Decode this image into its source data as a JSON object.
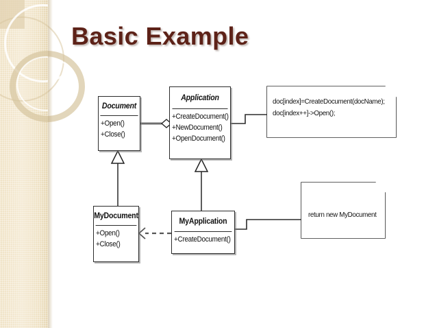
{
  "slide": {
    "title": "Basic Example",
    "title_color": "#5d2218",
    "background_color": "#ffffff",
    "band_color": "#f0e3c6"
  },
  "diagram": {
    "type": "uml-class-diagram",
    "classes": [
      {
        "id": "document",
        "name": "Document",
        "abstract": true,
        "operations": [
          "+Open()",
          "+Close()"
        ]
      },
      {
        "id": "application",
        "name": "Application",
        "abstract": true,
        "operations": [
          "+CreateDocument()",
          "+NewDocument()",
          "+OpenDocument()"
        ]
      },
      {
        "id": "mydocument",
        "name": "MyDocument",
        "abstract": false,
        "operations": [
          "+Open()",
          "+Close()"
        ]
      },
      {
        "id": "myapplication",
        "name": "MyApplication",
        "abstract": false,
        "operations": [
          "+CreateDocument()"
        ]
      }
    ],
    "notes": [
      {
        "id": "note-create-open",
        "lines": [
          "doc[index]=CreateDocument(docName);",
          "doc[index++]->Open();"
        ],
        "attached_to": "application"
      },
      {
        "id": "note-return-mydocument",
        "lines": [
          "return new MyDocument"
        ],
        "attached_to": "myapplication"
      }
    ],
    "relations": [
      {
        "id": "aggregation-application-document",
        "kind": "aggregation",
        "from": "application",
        "to": "document"
      },
      {
        "id": "generalization-mydocument-document",
        "kind": "generalization",
        "from": "mydocument",
        "to": "document"
      },
      {
        "id": "generalization-myapplication-application",
        "kind": "generalization",
        "from": "myapplication",
        "to": "application"
      },
      {
        "id": "dependency-myapplication-mydocument",
        "kind": "dependency",
        "from": "myapplication",
        "to": "mydocument"
      }
    ]
  }
}
